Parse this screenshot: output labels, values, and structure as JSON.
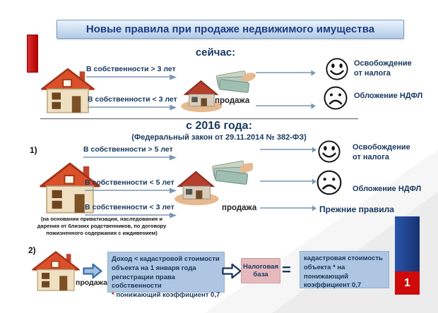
{
  "slide": {
    "title": "Новые правила при продаже недвижимого имущества",
    "page_number": "1"
  },
  "labels": {
    "prodazha": "продажа",
    "exempt_line1": "Освобождение",
    "exempt_line2": "от налога",
    "ndfl": "Обложение НДФЛ",
    "prev_rules": "Прежние правила",
    "equals": "="
  },
  "now_section": {
    "heading": "сейчас:",
    "own_gt3": "В собственности  > 3 лет",
    "own_lt3": "В собственности  < 3 лет"
  },
  "law_section": {
    "heading": "с 2016 года:",
    "subheading": "(Федеральный закон от 29.11.2014  № 382-ФЗ)",
    "part1": {
      "number": "1)",
      "own_gt5": "В собственности  > 5 лет",
      "own_lt5": "В собственности  < 5 лет",
      "own_lt3": "В собственности  < 3 лет",
      "note_lines": {
        "0": "(на основании приватизации, наследования и",
        "1": "дарения от близких родственников, по договору",
        "2": "пожизненного содержания с иждивением)"
      }
    },
    "part2": {
      "number": "2)",
      "income_box_lines": {
        "0": "Доход <  кадастровой стоимости",
        "1": "объекта на 1 января года",
        "2": "регистрации права собственности",
        "3": "понижающий коэффициент 0,7"
      },
      "income_box_asterisk": "*",
      "tax_base_line1": "Налоговая",
      "tax_base_line2": "база",
      "cadastre_box_lines": {
        "0": "кадастровая стоимость",
        "1": "объекта * на понижающий",
        "2": "коэффициент 0,7"
      }
    }
  },
  "colors": {
    "accent_red": "#c00000",
    "navy_text": "#17375e",
    "banner_blue": "#c2d7ee",
    "box_blue": "#aec6e1",
    "box_pink": "#e6b9bd",
    "sidebar_blue": "#1f4796"
  }
}
